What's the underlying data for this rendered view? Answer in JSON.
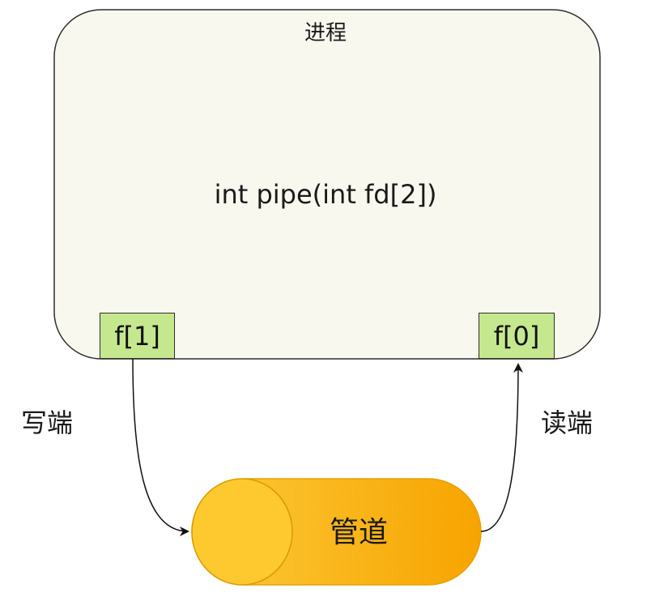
{
  "process": {
    "label": "进程",
    "call": "int pipe(int fd[2])"
  },
  "fds": {
    "write": "f[1]",
    "read": "f[0]"
  },
  "edges": {
    "write_label": "写端",
    "read_label": "读端"
  },
  "pipe": {
    "label": "管道"
  },
  "colors": {
    "process_fill": "#f9f8ef",
    "fd_fill": "#c5e88f",
    "pipe_fill_light": "#fcca3a",
    "pipe_fill_dark": "#f7a400",
    "stroke": "#2e2e2e"
  }
}
